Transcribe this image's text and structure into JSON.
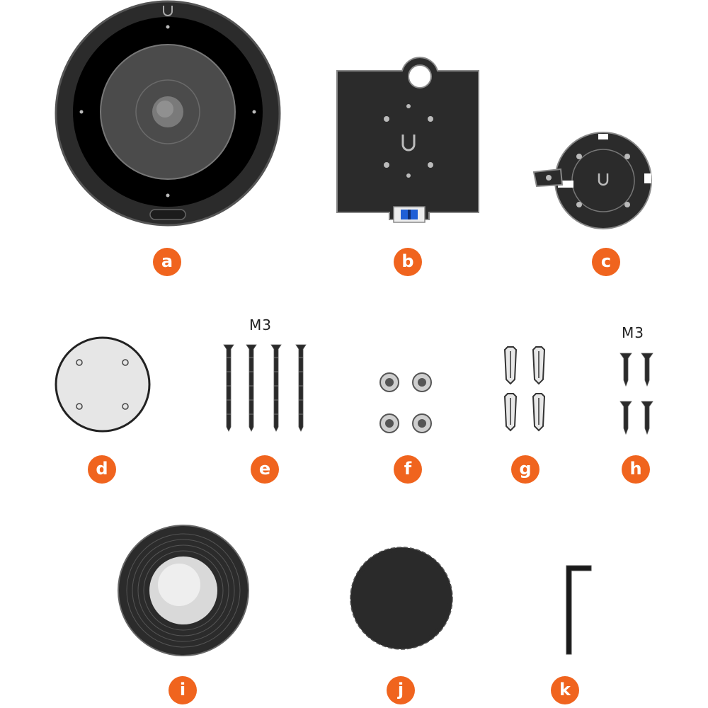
{
  "colors": {
    "badge": "#f0641e",
    "dark": "#2a2a2a",
    "level_bubble": "#1f5fd6",
    "disc": "#e6e6e6"
  },
  "items": [
    {
      "id": "a",
      "label": "a",
      "icon": "camera-icon"
    },
    {
      "id": "b",
      "label": "b",
      "icon": "mounting-plate-icon"
    },
    {
      "id": "c",
      "label": "c",
      "icon": "mount-bracket-icon"
    },
    {
      "id": "d",
      "label": "d",
      "icon": "adhesive-disc-icon"
    },
    {
      "id": "e",
      "label": "e",
      "size_label": "M3",
      "icon": "long-screws-icon"
    },
    {
      "id": "f",
      "label": "f",
      "icon": "nuts-icon"
    },
    {
      "id": "g",
      "label": "g",
      "icon": "wall-anchors-icon"
    },
    {
      "id": "h",
      "label": "h",
      "size_label": "M3",
      "icon": "short-screws-icon"
    },
    {
      "id": "i",
      "label": "i",
      "icon": "lens-cover-icon"
    },
    {
      "id": "j",
      "label": "j",
      "icon": "gear-cap-icon"
    },
    {
      "id": "k",
      "label": "k",
      "icon": "hex-key-icon"
    }
  ]
}
